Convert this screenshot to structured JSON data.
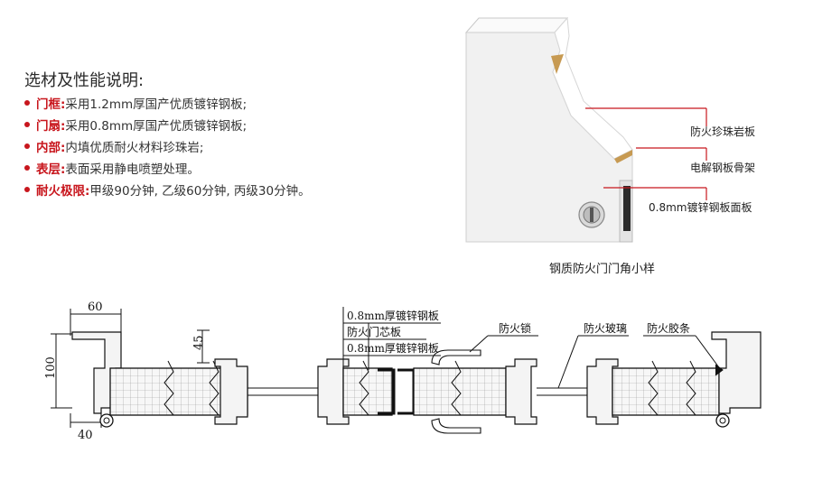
{
  "specs": {
    "title": "选材及性能说明:",
    "items": [
      {
        "key": "门框:",
        "value": "采用1.2mm厚国产优质镀锌钢板;"
      },
      {
        "key": "门扇:",
        "value": "采用0.8mm厚国产优质镀锌钢板;"
      },
      {
        "key": "内部:",
        "value": "内填优质耐火材料珍珠岩;"
      },
      {
        "key": "表层:",
        "value": "表面采用静电喷塑处理。"
      },
      {
        "key": "耐火极限:",
        "value": "甲级90分钟, 乙级60分钟, 丙级30分钟。"
      }
    ]
  },
  "sample": {
    "caption": "钢质防火门门角小样",
    "callouts": [
      "防火珍珠岩板",
      "电解钢板骨架",
      "0.8mm镀锌钢板面板"
    ]
  },
  "section": {
    "dim_frame_width": "60",
    "dim_frame_depth": "100",
    "dim_offset": "40",
    "dim_leaf_depth": "45",
    "layer_labels": [
      "0.8mm厚镀锌钢板",
      "防火门芯板",
      "0.8mm厚镀锌钢板"
    ],
    "callouts": [
      "防火锁",
      "防火玻璃",
      "防火胶条"
    ]
  },
  "colors": {
    "accent": "#c8161d",
    "line": "#111111",
    "panel": "#f4f4f4"
  }
}
